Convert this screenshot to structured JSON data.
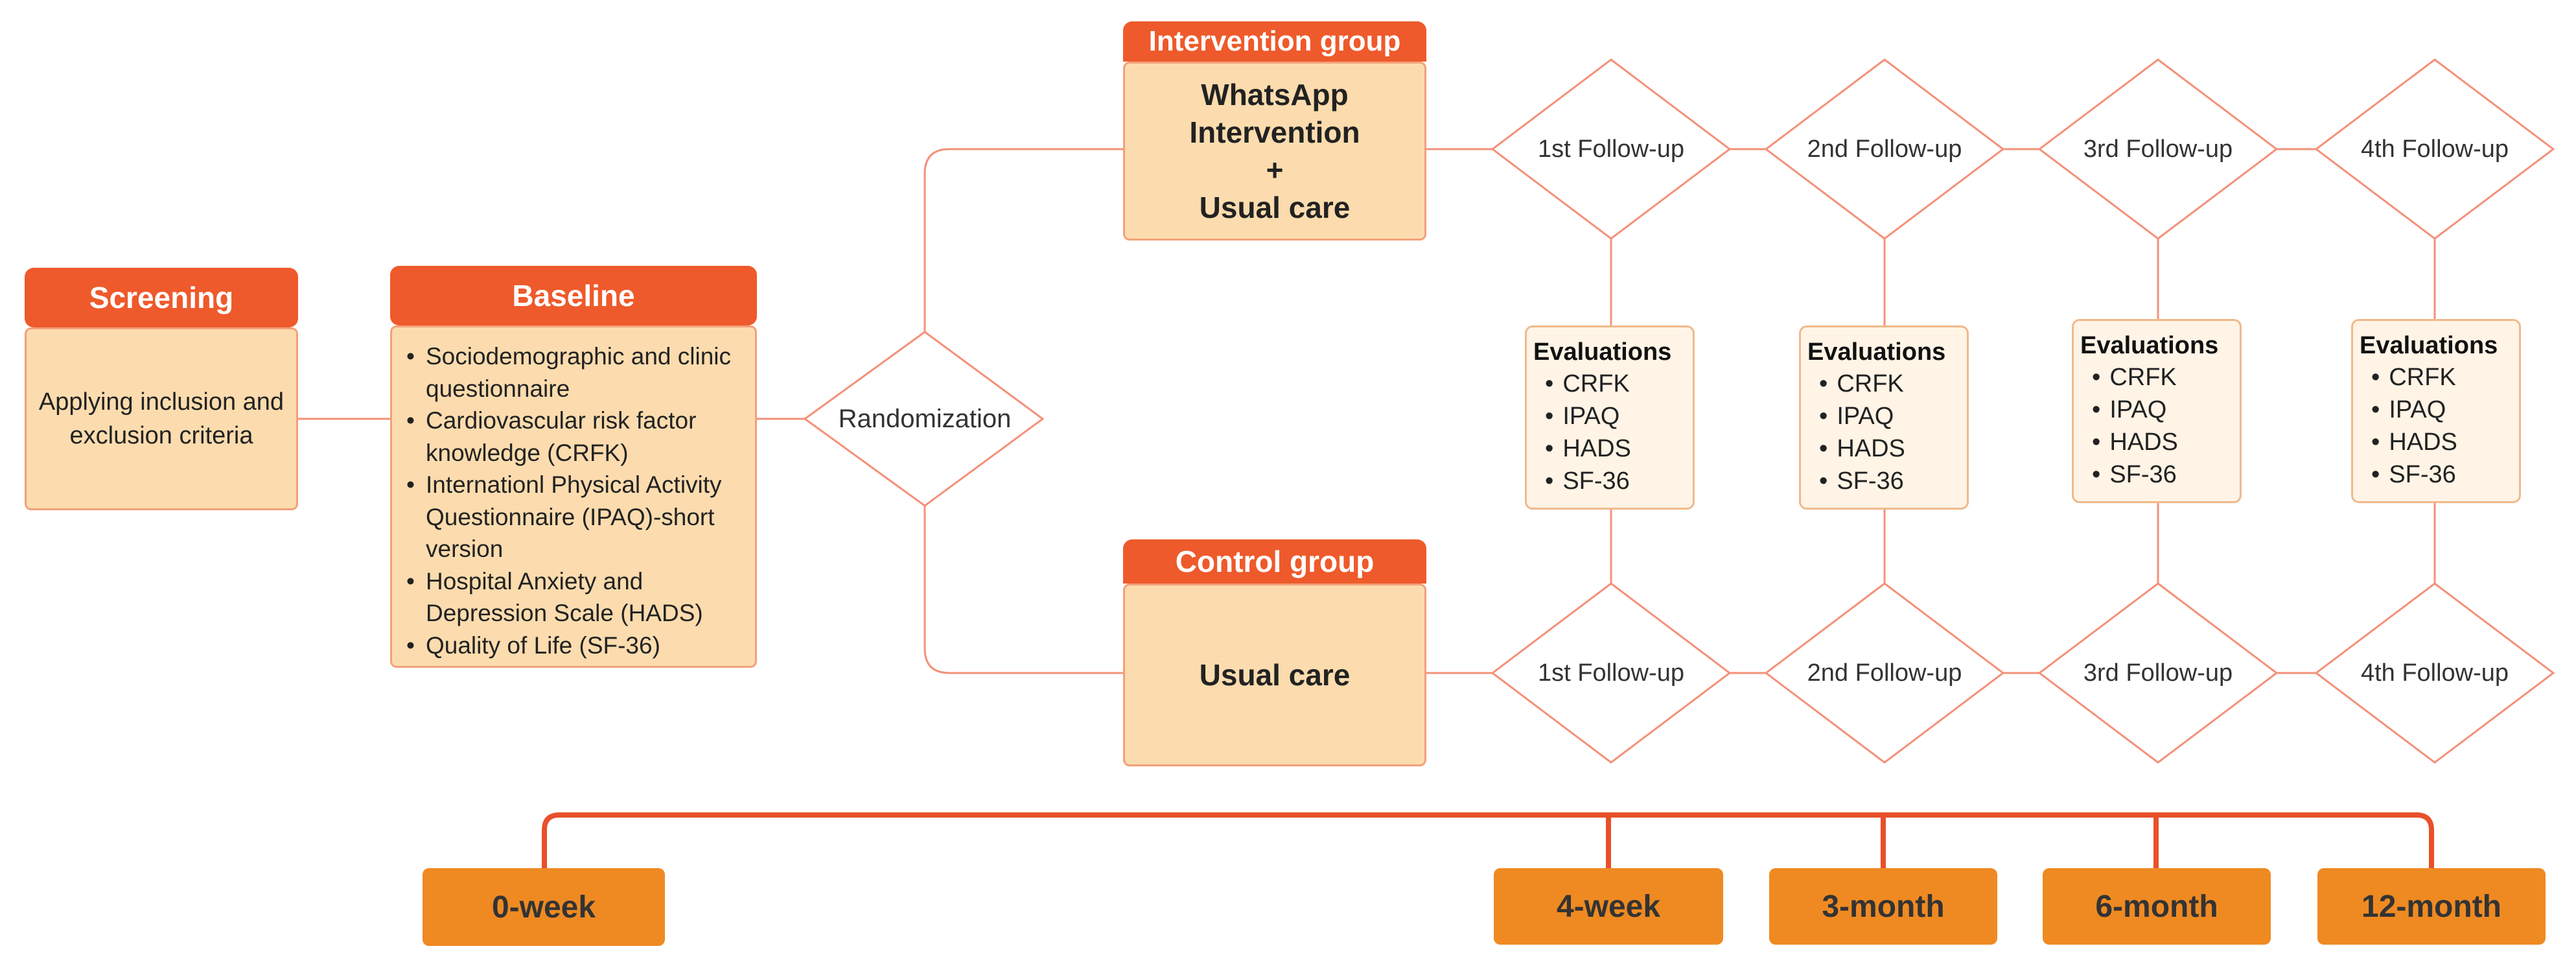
{
  "screening": {
    "header": "Screening",
    "text": "Applying inclusion and exclusion criteria"
  },
  "baseline": {
    "header": "Baseline",
    "items": [
      "Sociodemographic and clinic questionnaire",
      "Cardiovascular risk factor knowledge (CRFK)",
      "Internationl Physical Activity Questionnaire (IPAQ)-short version",
      "Hospital Anxiety and Depression Scale (HADS)",
      "Quality of Life (SF-36)"
    ]
  },
  "randomization": "Randomization",
  "intervention": {
    "header": "Intervention group",
    "lines": [
      "WhatsApp",
      "Intervention",
      "+",
      "Usual care"
    ]
  },
  "control": {
    "header": "Control group",
    "text": "Usual care"
  },
  "followups": [
    "1st Follow-up",
    "2nd Follow-up",
    "3rd Follow-up",
    "4th Follow-up"
  ],
  "evaluations": {
    "title": "Evaluations",
    "items": [
      "CRFK",
      "IPAQ",
      "HADS",
      "SF-36"
    ]
  },
  "timeline": [
    "0-week",
    "4-week",
    "3-month",
    "6-month",
    "12-month"
  ],
  "colors": {
    "header": "#ee5a2b",
    "box_fill": "#fcdcae",
    "box_border": "#f3a07a",
    "connector": "#f4917a",
    "timeline_line": "#e8502a",
    "timeline_box": "#ef8a22"
  }
}
